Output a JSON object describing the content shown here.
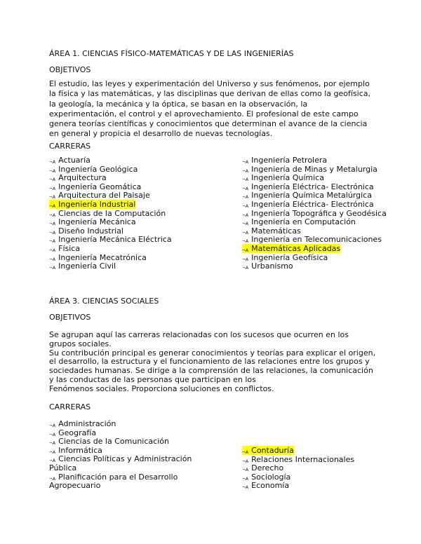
{
  "area1": {
    "title": "ÁREA 1. CIENCIAS FÍSICO-MATEMÁTICAS Y DE LAS INGENIERÍAS",
    "objectives_heading": "OBJETIVOS",
    "paragraph": [
      "El estudio, las leyes y experimentación del Universo y sus fenómenos, por ejemplo",
      "la física y las matemáticas, y las disciplinas que derivan de ellas como la geofísica,",
      "la geología, la mecánica y la óptica, se basan en la observación, la",
      "experimentación, el control y el aprovechamiento. El profesional de este campo",
      "genera teorías científicas y conocimientos que determinan el avance de la ciencia",
      "en general y propicia el desarrollo de nuevas tecnologías."
    ],
    "careers_heading": "CARRERAS",
    "bullet": "¬A",
    "left": [
      {
        "t": "Actuaría"
      },
      {
        "t": "Ingeniería Geológica"
      },
      {
        "t": "Arquitectura"
      },
      {
        "t": "Ingeniería Geomática"
      },
      {
        "t": "Arquitectura del Paisaje"
      },
      {
        "t": "Ingeniería Industrial",
        "hl": true
      },
      {
        "t": "Ciencias de la Computación"
      },
      {
        "t": "Ingeniería Mecánica"
      },
      {
        "t": "Diseño Industrial"
      },
      {
        "t": "Ingeniería Mecánica Eléctrica"
      },
      {
        "t": "Física"
      },
      {
        "t": "Ingeniería Mecatrónica"
      },
      {
        "t": "Ingeniería Civil"
      }
    ],
    "right": [
      {
        "t": "Ingeniería Petrolera"
      },
      {
        "t": "Ingeniería de Minas y Metalurgia"
      },
      {
        "t": "Ingeniería Química"
      },
      {
        "t": "Ingeniería Eléctrica- Electrónica"
      },
      {
        "t": "Ingeniería Química Metalúrgica"
      },
      {
        "t": "Ingeniería Eléctrica- Electrónica"
      },
      {
        "t": "Ingeniería Topográfica y Geodésica"
      },
      {
        "t": "Ingeniería en Computación"
      },
      {
        "t": "Matemáticas"
      },
      {
        "t": "Ingeniería en Telecomunicaciones"
      },
      {
        "t": "Matemáticas Aplicadas",
        "hl": true
      },
      {
        "t": "Ingeniería Geofísica"
      },
      {
        "t": "Urbanismo"
      }
    ]
  },
  "area3": {
    "title": "ÁREA 3. CIENCIAS SOCIALES",
    "objectives_heading": "OBJETIVOS",
    "paragraph": [
      "Se agrupan aquí las carreras relacionadas con los sucesos que ocurren en los",
      "grupos sociales.",
      "Su contribución principal es generar conocimientos y teorías para explicar el origen,",
      "el desarrollo, la estructura y el funcionamiento de las relaciones entre los grupos y",
      "sociedades humanas. Se dirige a la comprensión de las relaciones, la comunicación",
      "y las conductas de las personas que participan en los",
      "Fenómenos sociales. Proporciona soluciones en conflictos."
    ],
    "careers_heading": "CARRERAS",
    "left": [
      {
        "t": "Administración",
        "b": true
      },
      {
        "t": "Geografía",
        "b": true
      },
      {
        "t": "Ciencias de la Comunicación",
        "b": true
      },
      {
        "t": "Informática",
        "b": true
      },
      {
        "t": "Ciencias Políticas y Administración",
        "b": true
      },
      {
        "t": "Pública",
        "b": false
      },
      {
        "t": "Planificación para el Desarrollo",
        "b": true
      },
      {
        "t": "Agropecuario",
        "b": false
      }
    ],
    "right": [
      {
        "t": "Contaduría",
        "hl": true
      },
      {
        "t": "Relaciones Internacionales"
      },
      {
        "t": "Derecho"
      },
      {
        "t": "Sociología"
      },
      {
        "t": "Economía"
      }
    ]
  },
  "colors": {
    "highlight": "#ffff00",
    "text": "#111111"
  }
}
